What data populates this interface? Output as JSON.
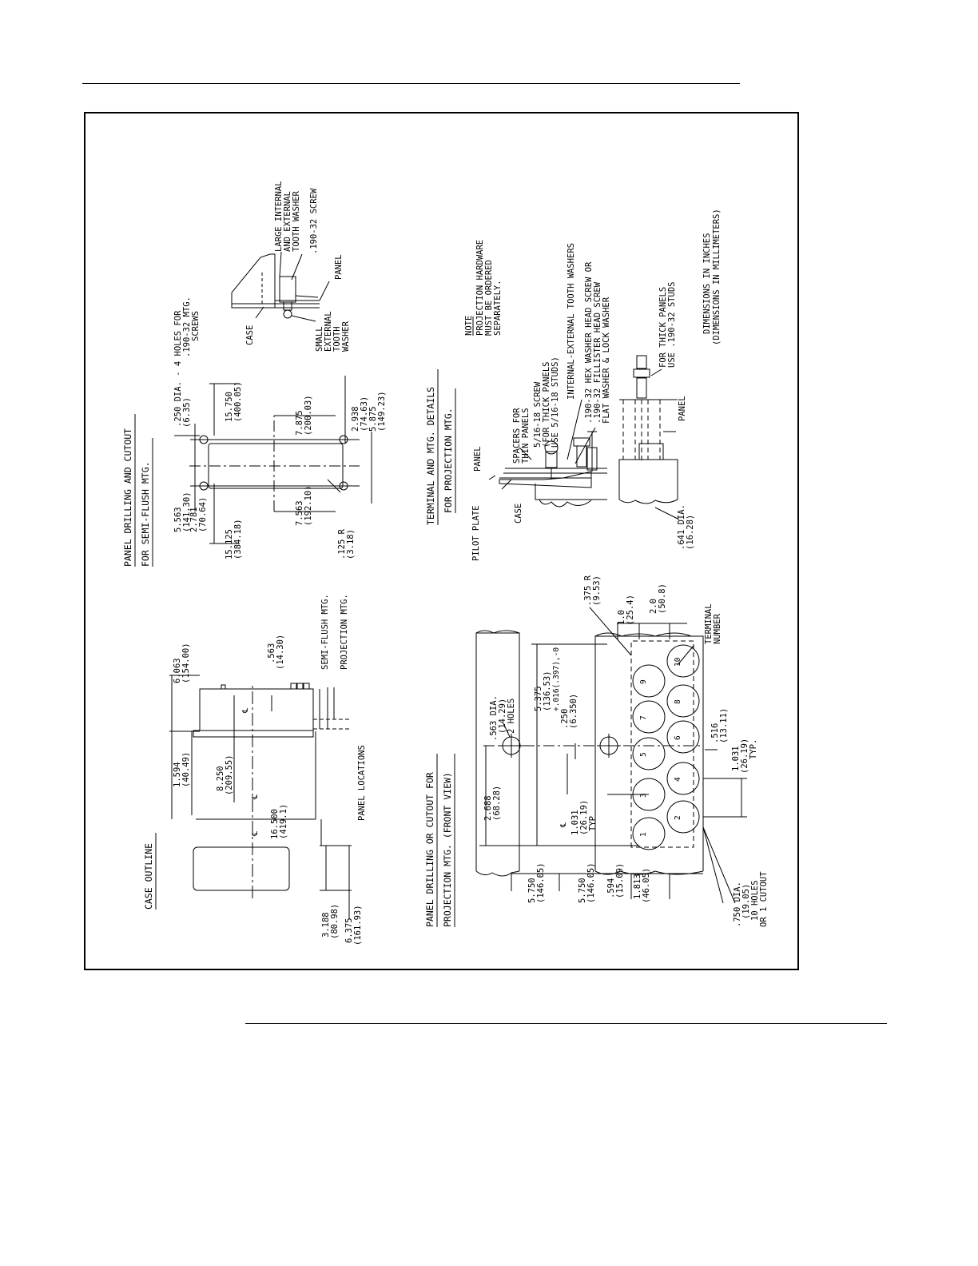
{
  "case_outline": {
    "title": "CASE OUTLINE",
    "dims": {
      "d6063": [
        "6.063",
        "(154.00)"
      ],
      "d563": [
        ".563",
        "(14.30)"
      ],
      "d1594": [
        "1.594",
        "(40.49)"
      ],
      "d8250": [
        "8.250",
        "(209.55)"
      ],
      "d16500": [
        "16.500",
        "(419.1)"
      ],
      "d3188": [
        "3.188",
        "(80.98)"
      ],
      "d6375": [
        "6.375",
        "(161.93)"
      ]
    },
    "labels": {
      "semi_flush": "SEMI-FLUSH MTG.",
      "projection": "PROJECTION MTG.",
      "panel_locations": "PANEL LOCATIONS"
    }
  },
  "semi_flush": {
    "title_1": "PANEL DRILLING AND CUTOUT",
    "title_2": "FOR SEMI-FLUSH MTG.",
    "hole_note": [
      ".250 DIA. - 4 HOLES FOR",
      ".190-32 MTG.",
      "SCREWS"
    ],
    "dims": {
      "d5563": [
        "5.563",
        "(141.30)"
      ],
      "d2781": [
        "2.781",
        "(70.64)"
      ],
      "d15125": [
        "15.125",
        "(384.18)"
      ],
      "d125r": [
        ".125 R",
        "(3.18)"
      ],
      "d7563": [
        "7.563",
        "(192.10)"
      ],
      "d7875": [
        "7.875",
        "(200.03)"
      ],
      "d15750": [
        "15.750",
        "(400.05)"
      ],
      "d2938": [
        "2.938",
        "(74.63)"
      ],
      "d5875": [
        "5.875",
        "(149.23)"
      ]
    }
  },
  "mount_detail": {
    "large_washer": [
      "LARGE INTERNAL",
      "AND EXTERNAL",
      "TOOTH WASHER"
    ],
    "screw": ".190-32 SCREW",
    "panel": "PANEL",
    "case": "CASE",
    "small_washer": [
      "SMALL",
      "EXTERNAL",
      "TOOTH",
      "WASHER"
    ]
  },
  "note": {
    "heading": "NOTE",
    "lines": [
      "PROJECTION HARDWARE",
      "MUST BE ORDERED",
      "SEPARATELY."
    ]
  },
  "terminal_details": {
    "title_1": "TERMINAL AND MTG. DETAILS",
    "title_2": "FOR PROJECTION MTG.",
    "pilot_plate": "PILOT PLATE",
    "case": "CASE",
    "panel": "PANEL",
    "spacers": [
      "SPACERS FOR",
      "THIN PANELS"
    ],
    "screw_516": [
      "5/16-18 SCREW",
      "(FOR THICK PANELS",
      "USE 5/16-18 STUDS)"
    ],
    "int_ext_washers": "INTERNAL-EXTERNAL TOOTH WASHERS",
    "hex_screw": [
      ".190-32 HEX WASHER HEAD SCREW OR",
      ".190-32 FILLISTER HEAD SCREW",
      "FLAT WASHER & LOCK WASHER"
    ],
    "thick_panels": [
      "FOR THICK PANELS",
      "USE .190-32 STUDS"
    ],
    "panel_2": "PANEL",
    "d641": [
      ".641 DIA.",
      "(16.28)"
    ]
  },
  "units_note": [
    "DIMENSIONS IN INCHES",
    "(DIMENSIONS IN MILLIMETERS)"
  ],
  "projection": {
    "title_1": "PANEL DRILLING OR CUTOUT FOR",
    "title_2": "PROJECTION MTG. (FRONT VIEW)",
    "hole_563": [
      ".563 DIA.",
      "(14.29)",
      "2 HOLES"
    ],
    "dims": {
      "d2688": [
        "2.688",
        "(68.28)"
      ],
      "d5375": [
        "5.375",
        "(136.53)"
      ],
      "tol": "+.016(.397),-0",
      "d250": [
        ".250",
        "(6.350)"
      ],
      "d375r": [
        ".375 R",
        "(9.53)"
      ],
      "d10": [
        "1.0",
        "(25.4)"
      ],
      "d20": [
        "2.0",
        "(50.8)"
      ],
      "d1031a": [
        "1.031",
        "(26.19)",
        "TYP"
      ],
      "d5750a": [
        "5.750",
        "(146.05)"
      ],
      "d5750b": [
        "5.750",
        "(146.05)"
      ],
      "d594": [
        ".594",
        "(15.09)"
      ],
      "d1813": [
        "1.813",
        "(46.05)"
      ],
      "d516": [
        ".516",
        "(13.11)"
      ],
      "d1031b": [
        "1.031",
        "(26.19)",
        "TYP."
      ]
    },
    "dia_750": [
      ".750 DIA.",
      "(19.05)",
      "10 HOLES",
      "OR 1 CUTOUT"
    ],
    "terminal_number": [
      "TERMINAL",
      "NUMBER"
    ],
    "terminals": [
      "1",
      "2",
      "3",
      "4",
      "5",
      "6",
      "7",
      "8",
      "9",
      "10"
    ]
  }
}
